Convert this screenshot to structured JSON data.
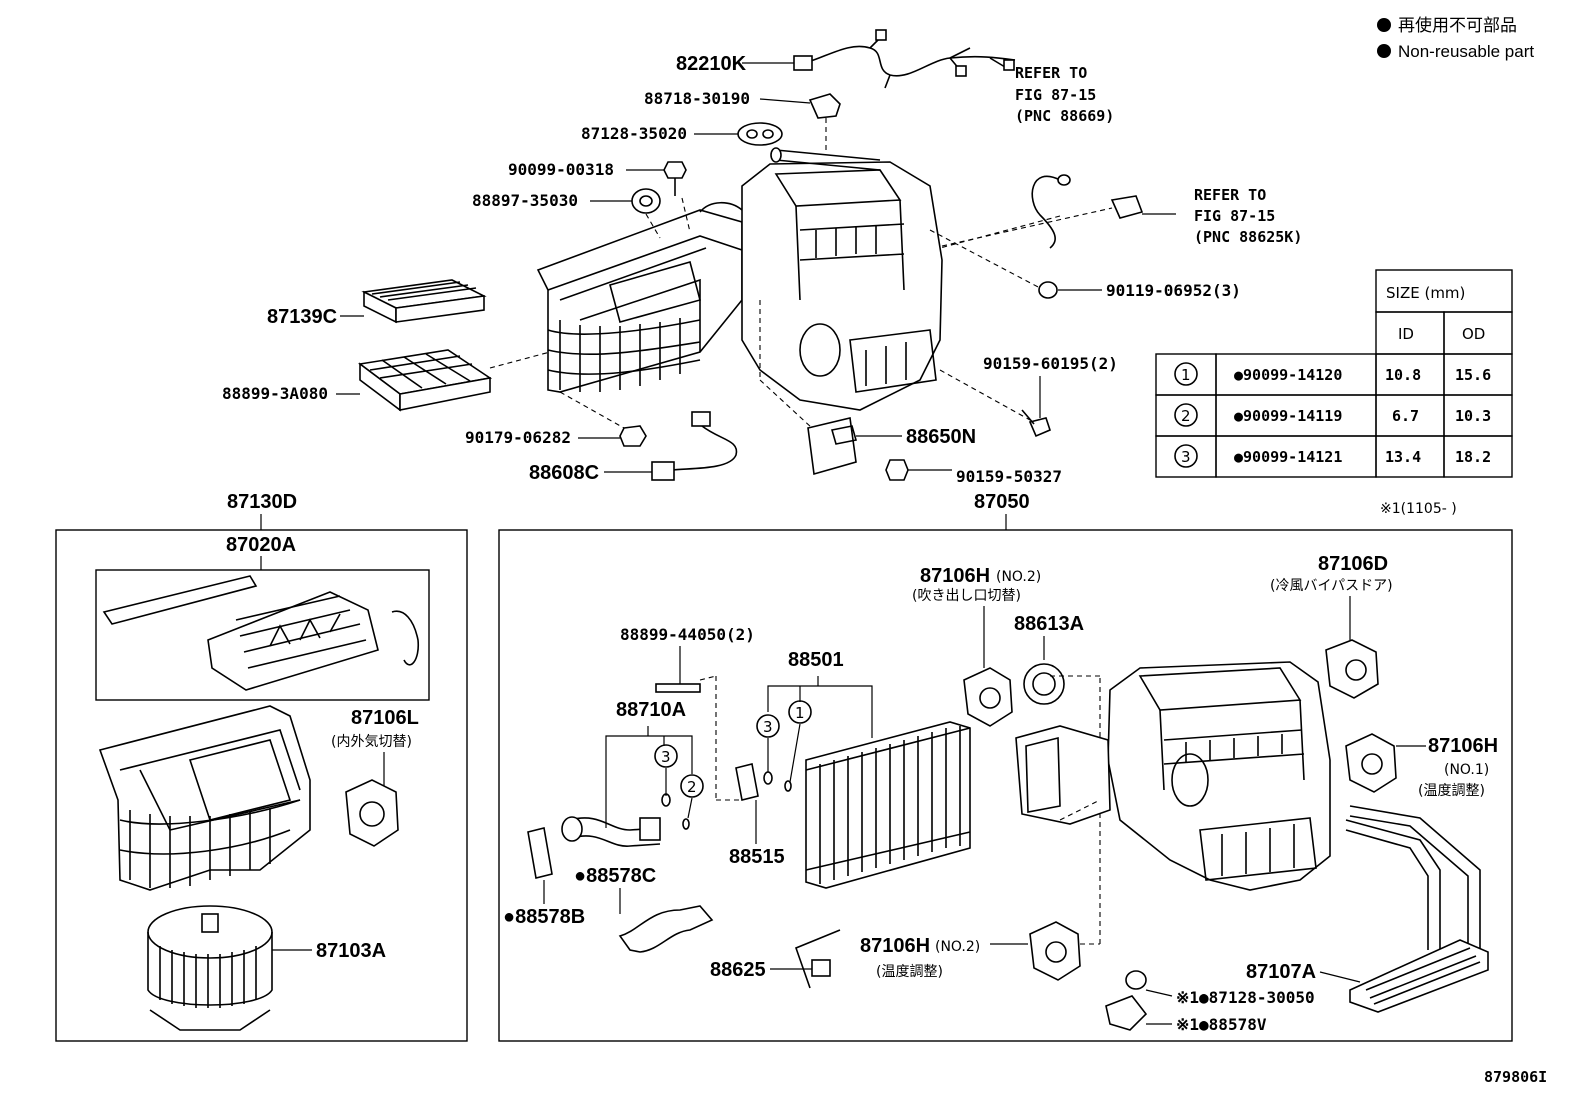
{
  "legend": {
    "line1": "再使用不可部品",
    "line2": "Non-reusable part"
  },
  "figure_code": "879806I",
  "notes": {
    "refer1": [
      "REFER TO",
      "FIG 87-15",
      "(PNC 88669)"
    ],
    "refer2": [
      "REFER TO",
      "FIG 87-15",
      "(PNC 88625K)"
    ],
    "footnote": "※1(1105-     )"
  },
  "table": {
    "size_header": "SIZE (mm)",
    "col_id": "ID",
    "col_od": "OD",
    "rows": [
      {
        "no": "1",
        "part": "●90099-14120",
        "id": "10.8",
        "od": "15.6"
      },
      {
        "no": "2",
        "part": "●90099-14119",
        "id": "6.7",
        "od": "10.3"
      },
      {
        "no": "3",
        "part": "●90099-14121",
        "id": "13.4",
        "od": "18.2"
      }
    ]
  },
  "labels": {
    "p82210K": "82210K",
    "p88718": "88718-30190",
    "p87128a": "87128-35020",
    "p90099": "90099-00318",
    "p88897": "88897-35030",
    "p87139C": "87139C",
    "p88899a": "88899-3A080",
    "p90179": "90179-06282",
    "p88608C": "88608C",
    "p90119": "90119-06952(3)",
    "p90159a": "90159-60195(2)",
    "p88650N": "88650N",
    "p90159b": "90159-50327",
    "p87130D": "87130D",
    "p87050": "87050",
    "p87020A": "87020A",
    "p87106L": "87106L",
    "p87106L_jp": "(内外気切替)",
    "p87103A": "87103A",
    "p87106H_no2_top": "87106H",
    "p87106H_no2_top_suffix": "(NO.2)",
    "p87106H_no2_top_jp": "(吹き出し口切替)",
    "p87106D": "87106D",
    "p87106D_jp": "(冷風バイパスドア)",
    "p88899b": "88899-44050(2)",
    "p88501": "88501",
    "p88613A": "88613A",
    "p88710A": "88710A",
    "p87106H_no1": "87106H",
    "p87106H_no1_suffix": "(NO.1)",
    "p87106H_no1_jp": "(温度調整)",
    "p88515": "88515",
    "p88578C": "●88578C",
    "p88578B": "●88578B",
    "p88625": "88625",
    "p87106H_no2_bot": "87106H",
    "p87106H_no2_bot_suffix": "(NO.2)",
    "p87106H_no2_bot_jp": "(温度調整)",
    "p87107A": "87107A",
    "p87128b": "※1●87128-30050",
    "p88578V": "※1●88578V",
    "c1": "1",
    "c2": "2",
    "c3": "3",
    "c3b": "3",
    "c1b": "1"
  }
}
